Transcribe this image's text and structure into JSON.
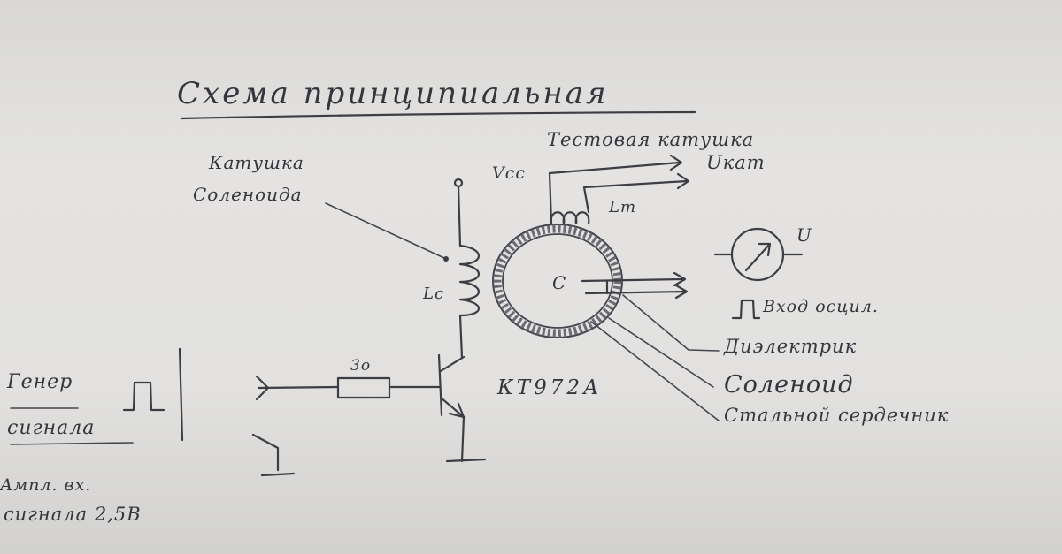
{
  "title": "Схема принципиальная",
  "labels": {
    "test_coil": "Тестовая катушка",
    "u_kat": "Uкат",
    "vcc": "Vcc",
    "lt": "Lт",
    "solenoid_coil_line1": "Катушка",
    "solenoid_coil_line2": "Соленоида",
    "lc": "Lс",
    "capacitor": "C",
    "voltmeter": "U",
    "scope_input": "Вход осцил.",
    "dielectric": "Диэлектрик",
    "solenoid": "Соленоид",
    "steel_core": "Стальной сердечник",
    "transistor": "КТ972А",
    "resistor": "3о",
    "generator_line1": "Генер",
    "generator_line2": "сигнала",
    "amplitude_line1": "Ампл. вх.",
    "amplitude_line2": "сигнала 2,5В"
  },
  "colors": {
    "ink": "#3d3d45",
    "paper": "#e2e1df"
  },
  "icons": [
    "voltmeter-icon",
    "pulse-icon",
    "ground-icon",
    "inductor-icon",
    "resistor-icon",
    "transistor-icon",
    "toroid-icon"
  ]
}
